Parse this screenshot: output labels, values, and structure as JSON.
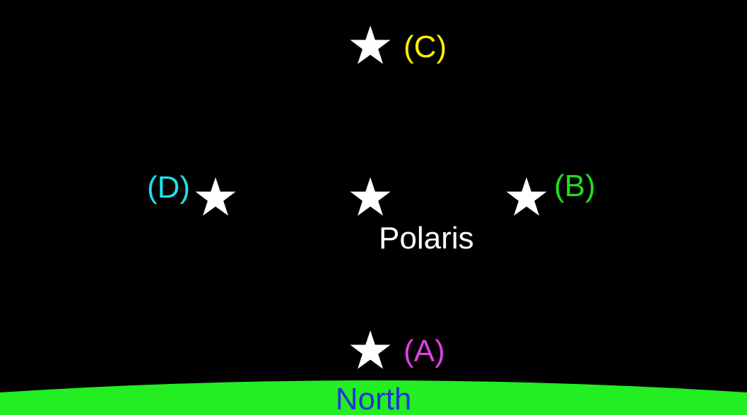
{
  "stars": {
    "polaris": {
      "label": "Polaris",
      "color": "#FFFFFF"
    },
    "a": {
      "label": "(A)",
      "color": "#E040E0"
    },
    "b": {
      "label": "(B)",
      "color": "#22DD22"
    },
    "c": {
      "label": "(C)",
      "color": "#FFEE00"
    },
    "d": {
      "label": "(D)",
      "color": "#22DDEE"
    }
  },
  "horizon": {
    "label": "North",
    "label_color": "#2233DD",
    "ground_color": "#22EE22"
  },
  "star_color": "#FFFFFF",
  "sky_color": "#000000"
}
